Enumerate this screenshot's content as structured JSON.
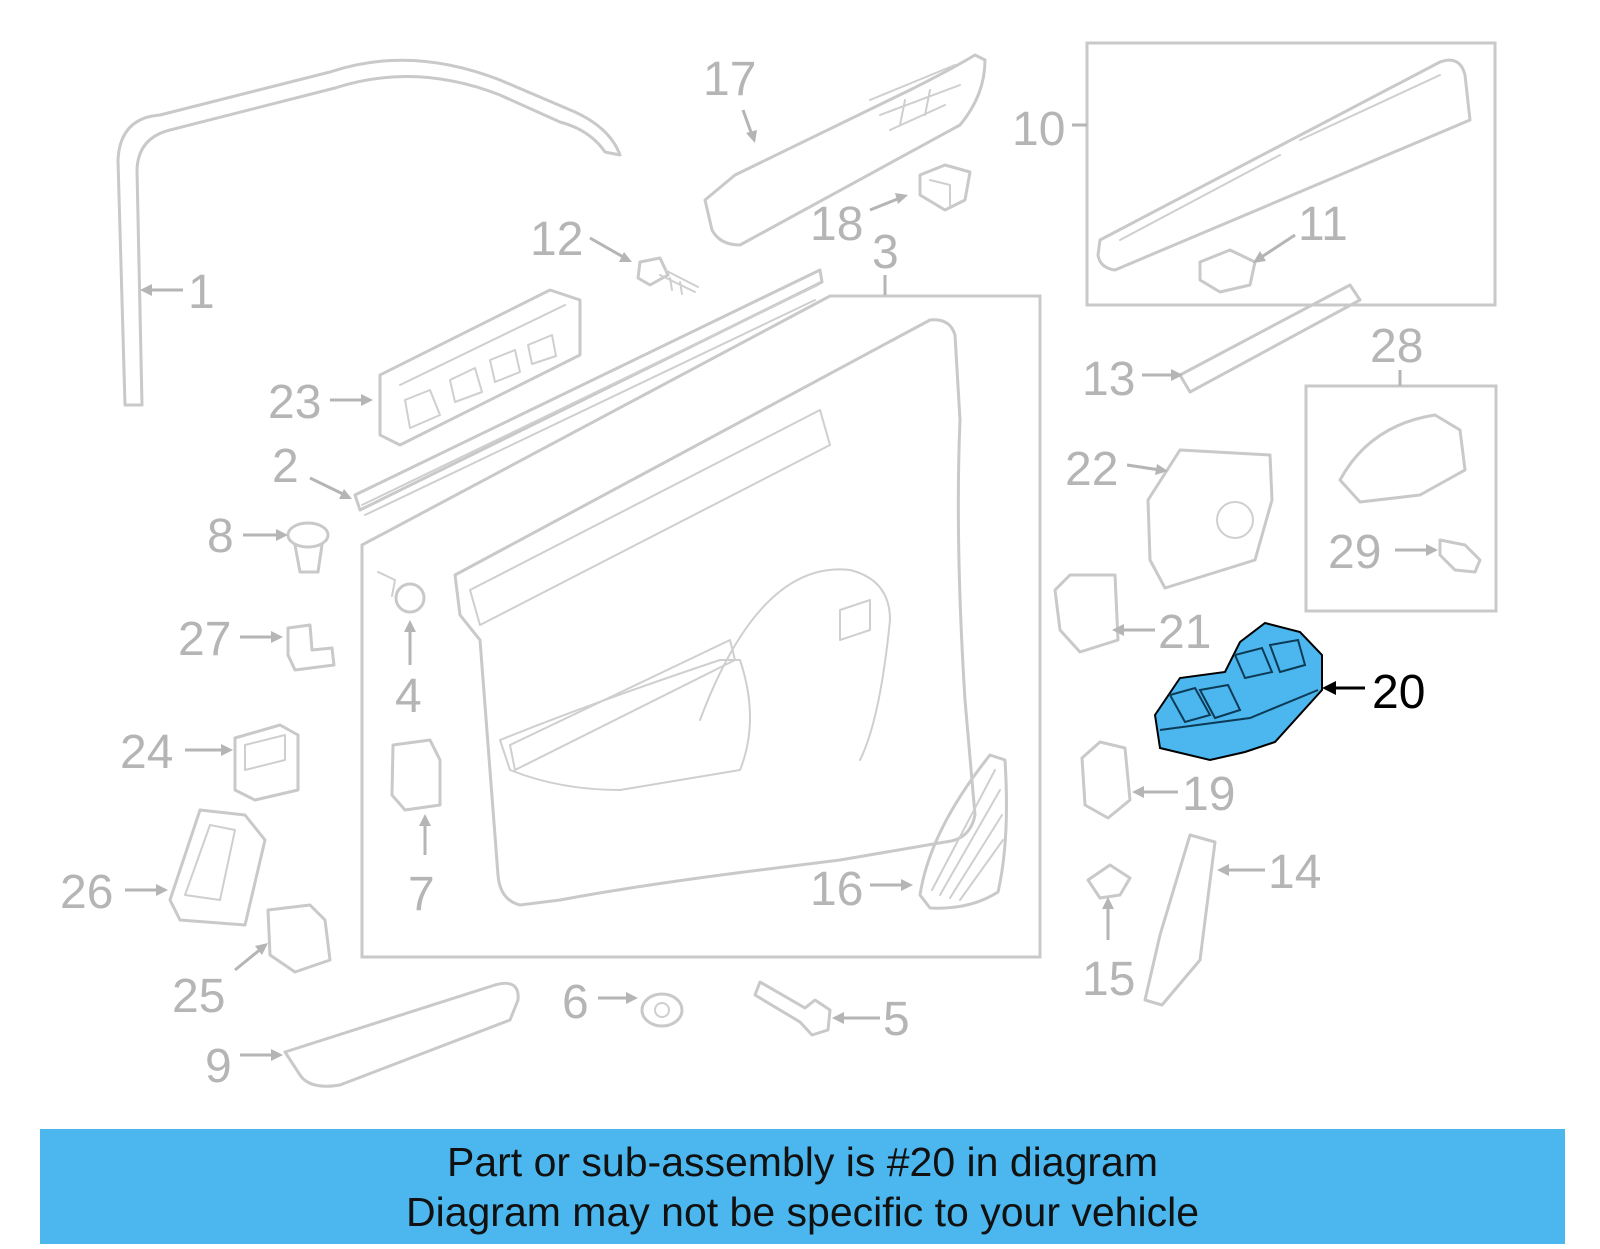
{
  "diagram": {
    "highlight_color": "#4bb7ee",
    "highlighted_callout": "20",
    "callouts": [
      "1",
      "2",
      "3",
      "4",
      "5",
      "6",
      "7",
      "8",
      "9",
      "10",
      "11",
      "12",
      "13",
      "14",
      "15",
      "16",
      "17",
      "18",
      "19",
      "20",
      "21",
      "22",
      "23",
      "24",
      "25",
      "26",
      "27",
      "28",
      "29"
    ]
  },
  "banner": {
    "line1": "Part or sub-assembly is #20 in diagram",
    "line2": "Diagram may not be specific to your vehicle",
    "background": "#4bb7ee"
  }
}
